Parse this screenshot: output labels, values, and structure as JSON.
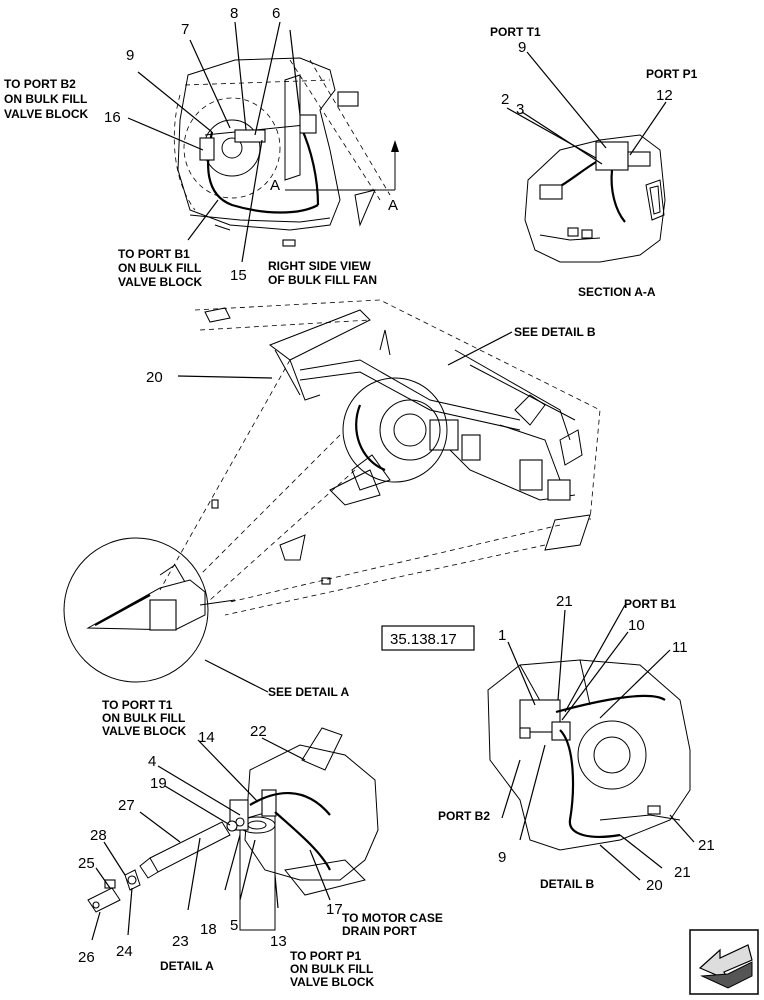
{
  "callouts": {
    "top": {
      "c9": "9",
      "c7": "7",
      "c8": "8",
      "c6": "6",
      "c16": "16",
      "c15": "15",
      "A1": "A",
      "A2": "A"
    },
    "section": {
      "c9": "9",
      "c2": "2",
      "c3": "3",
      "c12": "12"
    },
    "main": {
      "c20": "20"
    },
    "detail_b": {
      "c21a": "21",
      "c10": "10",
      "c1": "1",
      "c11": "11",
      "c9": "9",
      "c21b": "21",
      "c21c": "21",
      "c20": "20"
    },
    "detail_a": {
      "c14": "14",
      "c22": "22",
      "c4": "4",
      "c19": "19",
      "c27": "27",
      "c28": "28",
      "c25": "25",
      "c18": "18",
      "c5": "5",
      "c23": "23",
      "c24": "24",
      "c26": "26",
      "c13": "13",
      "c17": "17"
    }
  },
  "notes": {
    "to_port_b2": [
      "TO PORT B2",
      "ON BULK FILL",
      "VALVE BLOCK"
    ],
    "to_port_b1": [
      "TO PORT B1",
      "ON BULK FILL",
      "VALVE BLOCK"
    ],
    "right_side_view": [
      "RIGHT SIDE VIEW",
      "OF BULK FILL FAN"
    ],
    "port_t1": "PORT T1",
    "port_p1": "PORT P1",
    "section_aa": "SECTION A-A",
    "see_detail_b": "SEE DETAIL  B",
    "see_detail_a": "SEE DETAIL  A",
    "reference_number": "35.138.17",
    "port_b1": "PORT B1",
    "port_b2": "PORT B2",
    "detail_b": "DETAIL  B",
    "to_port_t1": [
      "TO PORT T1",
      "ON BULK FILL",
      "VALVE BLOCK"
    ],
    "to_motor_case": [
      "TO MOTOR CASE",
      "DRAIN PORT"
    ],
    "to_port_p1": [
      "TO PORT P1",
      "ON BULK FILL",
      "VALVE BLOCK"
    ],
    "detail_a": "DETAIL  A"
  },
  "icons": {
    "nav": "page-arrow-icon"
  }
}
